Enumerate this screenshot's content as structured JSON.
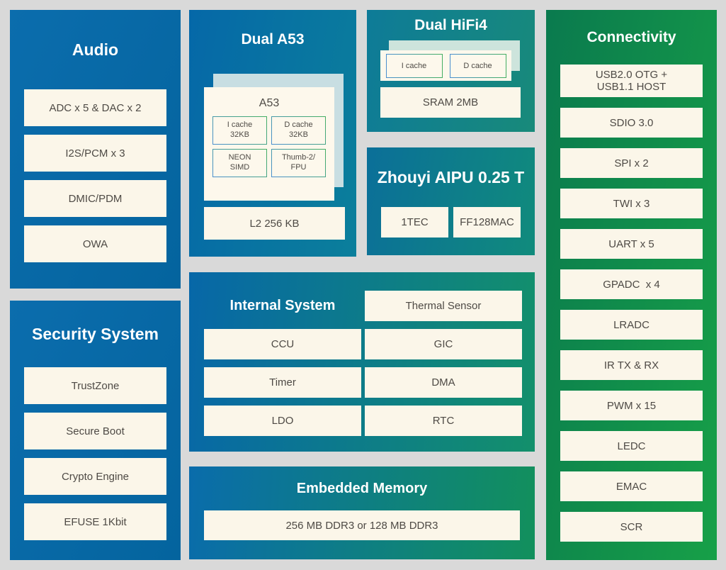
{
  "colors": {
    "background": "#d9d9d9",
    "panel_blue": "#0569a6",
    "panel_teal": "#0e8a7a",
    "panel_green_dark": "#0a7a4e",
    "panel_green_bright": "#17a048",
    "box_cream": "#fbf6e9",
    "box_text": "#4e4a45",
    "title_text": "#ffffff",
    "cell_border_green": "#43ae60",
    "cell_border_blue": "#4a8fd0",
    "a53_backing_card": "#c8dee2",
    "hifi4_backing_card": "#cde4dc"
  },
  "audio": {
    "title": "Audio",
    "items": [
      "ADC x 5 & DAC x 2",
      "I2S/PCM x 3",
      "DMIC/PDM",
      "OWA"
    ]
  },
  "security": {
    "title": "Security System",
    "items": [
      "TrustZone",
      "Secure Boot",
      "Crypto Engine",
      "EFUSE 1Kbit"
    ]
  },
  "dual_a53": {
    "title": "Dual A53",
    "core": {
      "title": "A53",
      "cells": [
        {
          "line1": "I cache",
          "line2": "32KB"
        },
        {
          "line1": "D cache",
          "line2": "32KB"
        },
        {
          "line1": "NEON",
          "line2": "SIMD"
        },
        {
          "line1": "Thumb-2/",
          "line2": "FPU"
        }
      ]
    },
    "l2": "L2 256 KB"
  },
  "dual_hifi4": {
    "title": "Dual HiFi4",
    "caches": [
      "I cache",
      "D cache"
    ],
    "sram": "SRAM 2MB"
  },
  "zhouyi": {
    "title": "Zhouyi AIPU 0.25 T",
    "items": [
      "1TEC",
      "FF128MAC"
    ]
  },
  "internal": {
    "title": "Internal System",
    "left_items": [
      "CCU",
      "Timer",
      "LDO"
    ],
    "right_items": [
      "Thermal Sensor",
      "GIC",
      "DMA",
      "RTC"
    ]
  },
  "memory": {
    "title": "Embedded Memory",
    "item": "256 MB DDR3 or 128 MB DDR3"
  },
  "connectivity": {
    "title": "Connectivity",
    "usb": {
      "line1": "USB2.0 OTG +",
      "line2": "USB1.1 HOST"
    },
    "items": [
      "SDIO 3.0",
      "SPI x 2",
      "TWI x 3",
      "UART x 5",
      "GPADC  x 4",
      "LRADC",
      "IR TX & RX",
      "PWM x 15",
      "LEDC",
      "EMAC",
      "SCR"
    ]
  }
}
